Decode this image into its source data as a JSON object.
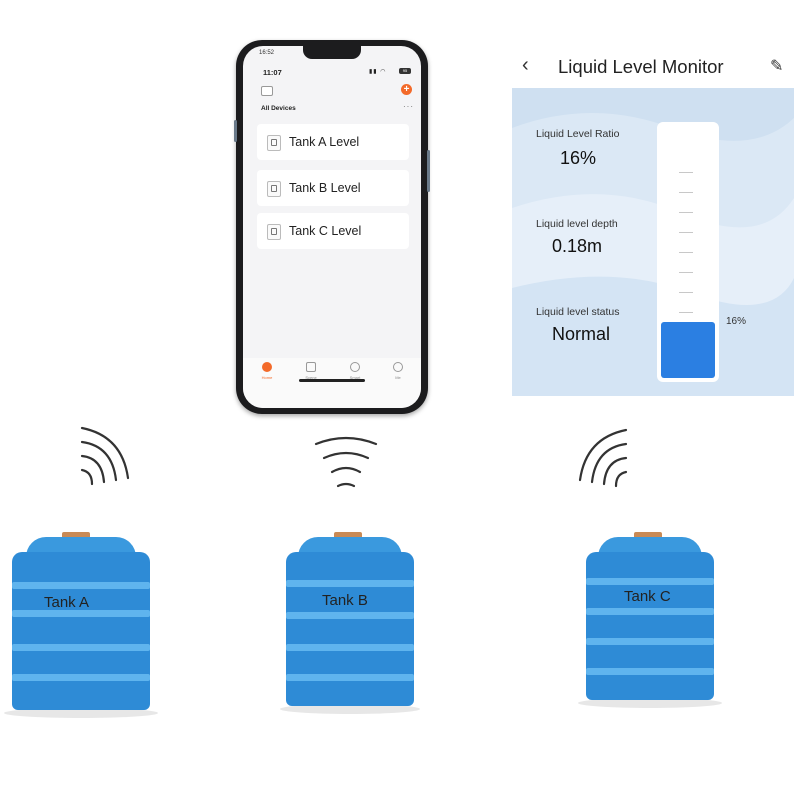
{
  "phone": {
    "status_time_small": "16:52",
    "time": "11:07",
    "battery": "95",
    "section_title": "All Devices",
    "devices": [
      {
        "label": "Tank A Level"
      },
      {
        "label": "Tank B Level"
      },
      {
        "label": "Tank C Level"
      }
    ],
    "tabs": [
      "Home",
      "Scene",
      "Smart",
      "Me"
    ],
    "accent_color": "#f36a2a"
  },
  "monitor": {
    "title": "Liquid Level Monitor",
    "ratio_label": "Liquid Level Ratio",
    "ratio_value": "16%",
    "depth_label": "Liquid level depth",
    "depth_value": "0.18m",
    "status_label": "Liquid level status",
    "status_value": "Normal",
    "gauge_label": "16%",
    "fill_fraction": 0.16,
    "fill_color": "#2b7fe2"
  },
  "tanks": [
    {
      "label": "Tank A"
    },
    {
      "label": "Tank B"
    },
    {
      "label": "Tank C"
    }
  ],
  "colors": {
    "tank_body": "#2e8bd6",
    "tank_band": "#5fb4ee"
  }
}
